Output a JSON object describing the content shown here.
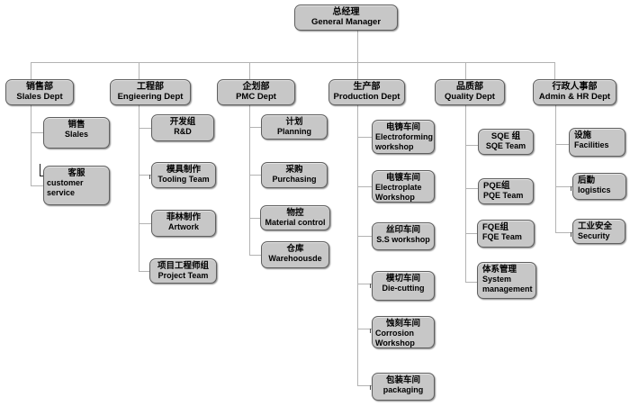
{
  "org": {
    "root": {
      "zh": "总经理",
      "en": "General Manager"
    },
    "departments": [
      {
        "zh": "销售部",
        "en": "Slales Dept",
        "children": [
          {
            "zh": "销售",
            "en": "Slales"
          },
          {
            "zh": "客服",
            "en": "customer service"
          }
        ]
      },
      {
        "zh": "工程部",
        "en": "Engieering Dept",
        "children": [
          {
            "zh": "开发组",
            "en": "R&D"
          },
          {
            "zh": "模具制作",
            "en": "Tooling Team"
          },
          {
            "zh": "菲林制作",
            "en": "Artwork"
          },
          {
            "zh": "项目工程师组",
            "en": "Project Team"
          }
        ]
      },
      {
        "zh": "企划部",
        "en": "PMC Dept",
        "children": [
          {
            "zh": "计划",
            "en": "Planning"
          },
          {
            "zh": "采购",
            "en": "Purchasing"
          },
          {
            "zh": "物控",
            "en": "Material control"
          },
          {
            "zh": "仓库",
            "en": "Warehoousde"
          }
        ]
      },
      {
        "zh": "生产部",
        "en": "Production Dept",
        "children": [
          {
            "zh": "电铸车间",
            "en": "Electroforming workshop"
          },
          {
            "zh": "电镀车间",
            "en": "Electroplate Workshop"
          },
          {
            "zh": "丝印车间",
            "en": "S.S workshop"
          },
          {
            "zh": "模切车间",
            "en": "Die-cutting"
          },
          {
            "zh": "蚀刻车间",
            "en": "Corrosion Workshop"
          },
          {
            "zh": "包装车间",
            "en": "packaging"
          }
        ]
      },
      {
        "zh": "品质部",
        "en": "Quality Dept",
        "children": [
          {
            "zh": "SQE 组",
            "en": "SQE Team"
          },
          {
            "zh": "PQE组",
            "en": "PQE Team"
          },
          {
            "zh": "FQE组",
            "en": "FQE Team"
          },
          {
            "zh": "体系管理",
            "en": "System management"
          }
        ]
      },
      {
        "zh": "行政人事部",
        "en": "Admin & HR Dept",
        "children": [
          {
            "zh": "设施",
            "en": "Facilities"
          },
          {
            "zh": "后勤",
            "en": "logistics"
          },
          {
            "zh": "工业安全",
            "en": "Security"
          }
        ]
      }
    ],
    "colors": {
      "box_fill": "#c7c7c7",
      "box_border": "#5f5f5f",
      "connector": "#b3b3b3",
      "text": "#000000",
      "background": "#ffffff"
    }
  }
}
